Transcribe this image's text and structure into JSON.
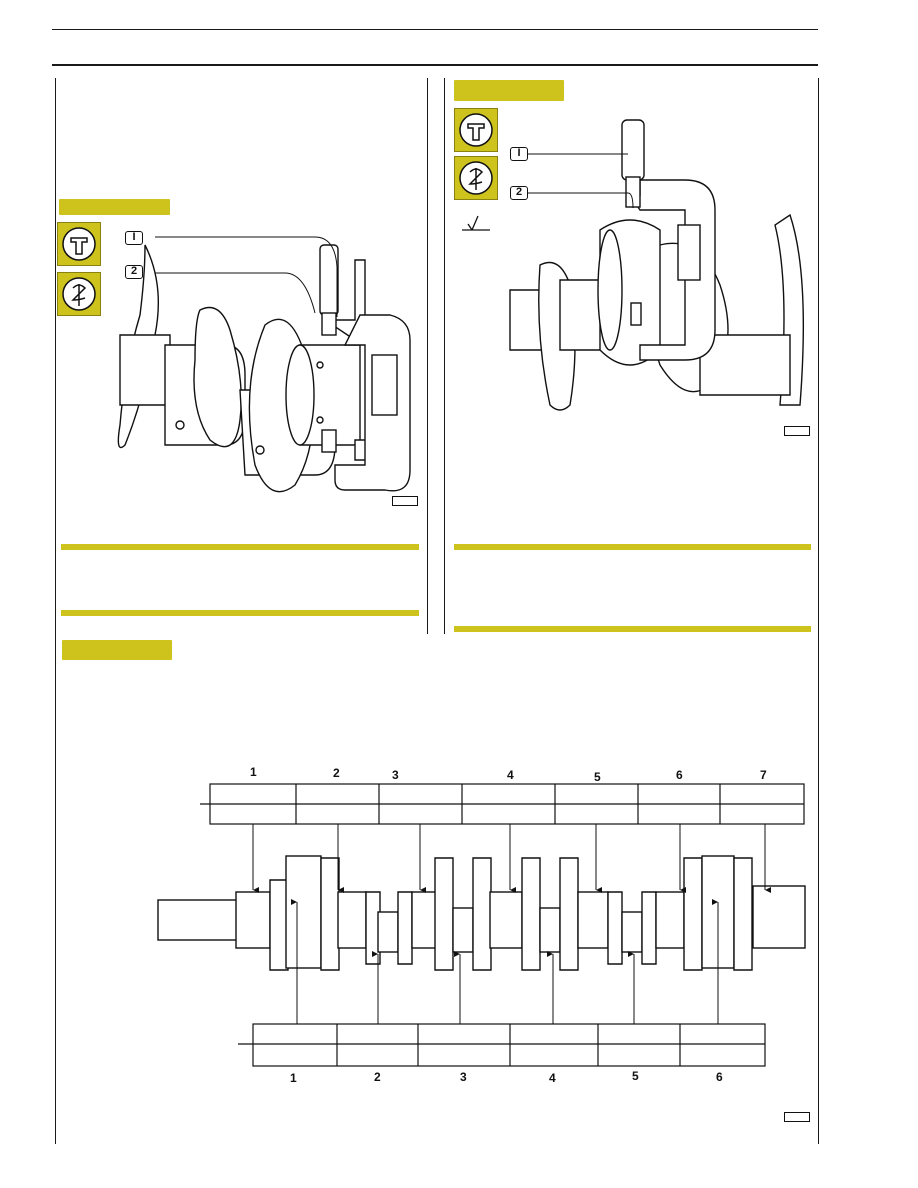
{
  "figures": {
    "left": {
      "callouts": [
        "I",
        "2"
      ],
      "icons": [
        "micrometer-icon",
        "measure-check-icon"
      ]
    },
    "right": {
      "callouts": [
        "I",
        "2"
      ],
      "icons": [
        "micrometer-icon",
        "measure-check-icon",
        "surface-finish-icon"
      ]
    },
    "crankshaft": {
      "main_journal_numbers": [
        "1",
        "2",
        "3",
        "4",
        "5",
        "6",
        "7"
      ],
      "crankpin_numbers": [
        "1",
        "2",
        "3",
        "4",
        "5",
        "6"
      ]
    }
  },
  "colors": {
    "accent": "#cdc31c",
    "line": "#1a1a1a"
  }
}
